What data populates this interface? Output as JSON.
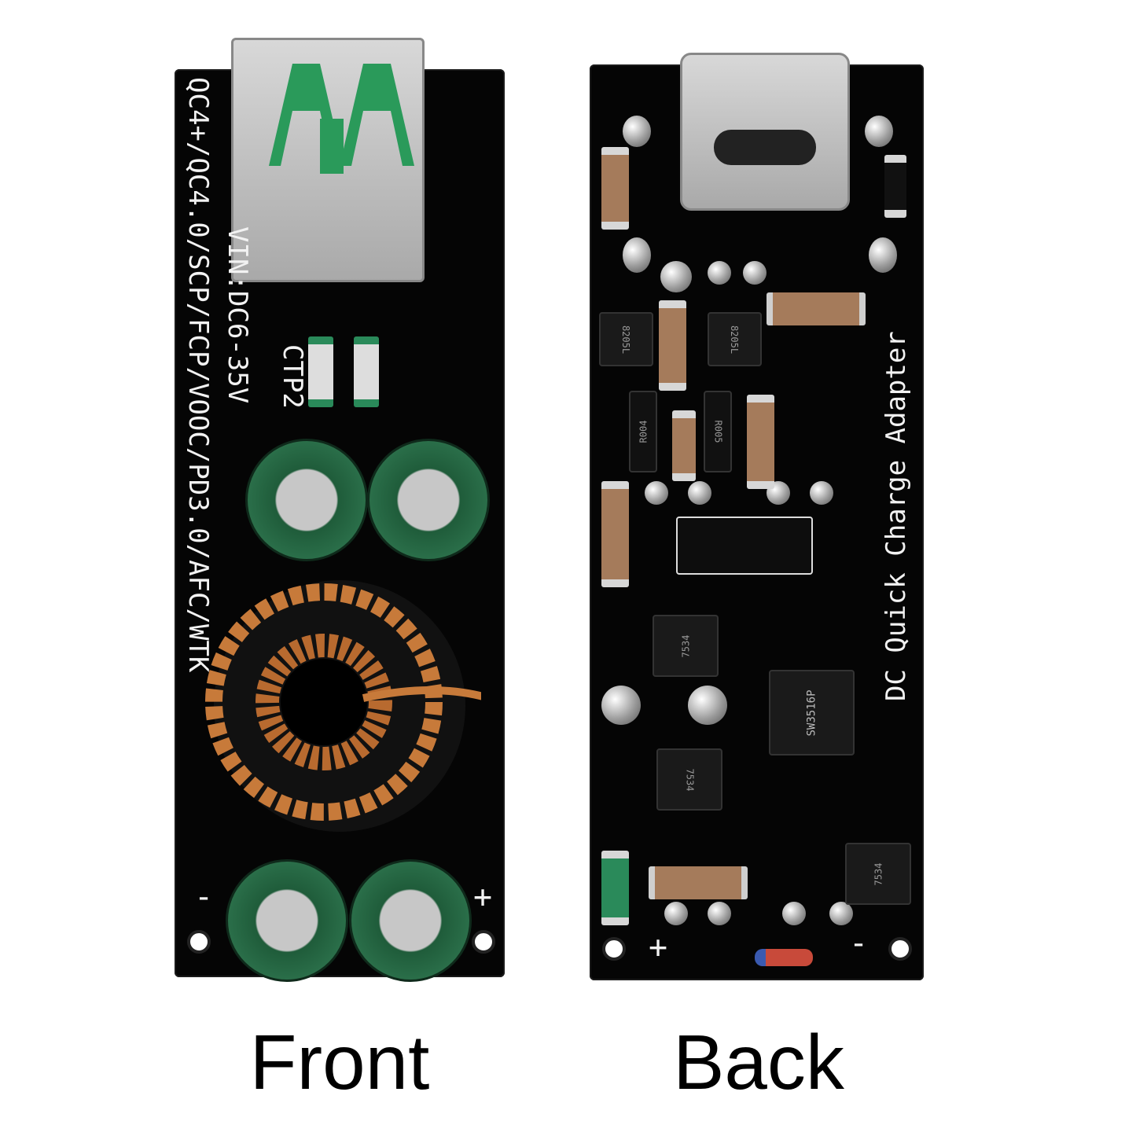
{
  "front": {
    "caption": "Front",
    "silkscreen_protocols": "QC4+/QC4.0/SCP/FCP/VOOC/PD3.0/AFC/WTK",
    "silkscreen_vin": "VIN:DC6-35V",
    "silkscreen_model": "CTP2",
    "minus_label": "-",
    "plus_label": "+"
  },
  "back": {
    "caption": "Back",
    "silkscreen_title": "DC Quick Charge Adapter",
    "chip_main": "SW3516P",
    "chip_mosfet": "7534",
    "chip_8205": "8205L",
    "res_r004": "R004",
    "res_r005": "R005",
    "plus_label": "+",
    "minus_label": "-"
  }
}
